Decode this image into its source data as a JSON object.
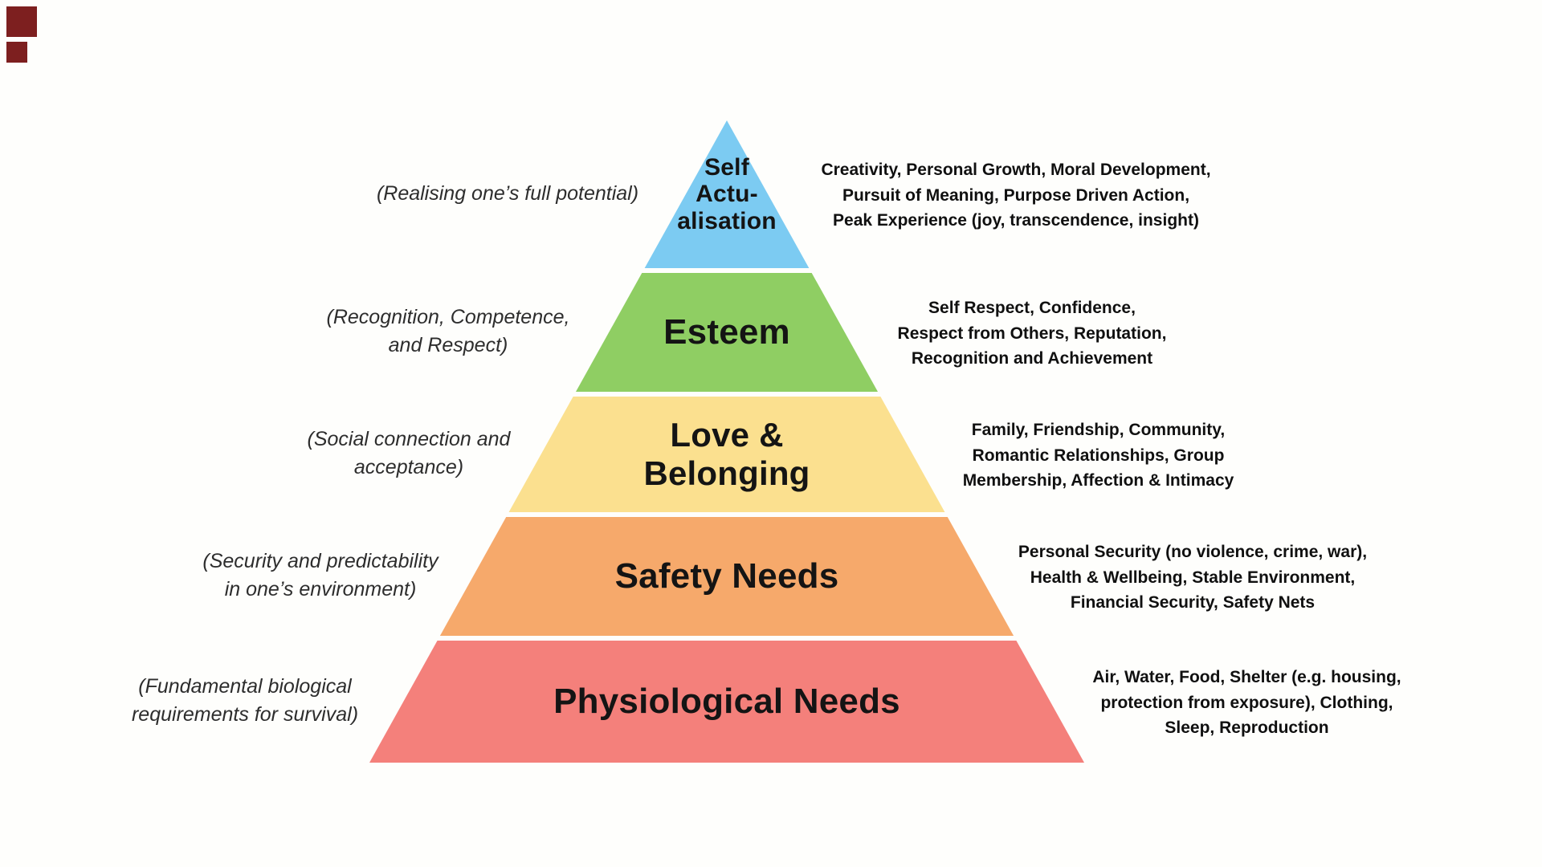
{
  "background_color": "#FEFEFC",
  "corner_markers": {
    "color": "#7D1F1F"
  },
  "pyramid": {
    "levels": [
      {
        "name": "self-actualisation",
        "color": "#7CCBF2",
        "title_lines": [
          "Self",
          "Actu-",
          "alisation"
        ],
        "left_note_lines": [
          "(Realising one’s full potential)"
        ],
        "right_note_lines": [
          "Creativity, Personal Growth, Moral Development,",
          "Pursuit of Meaning, Purpose Driven Action,",
          "Peak Experience (joy, transcendence, insight)"
        ]
      },
      {
        "name": "esteem",
        "color": "#8FCE63",
        "title_lines": [
          "Esteem"
        ],
        "left_note_lines": [
          "(Recognition, Competence,",
          "and Respect)"
        ],
        "right_note_lines": [
          "Self Respect, Confidence,",
          "Respect from Others, Reputation,",
          "Recognition and Achievement"
        ]
      },
      {
        "name": "love-and-belonging",
        "color": "#FBE08F",
        "title_lines": [
          "Love &",
          "Belonging"
        ],
        "left_note_lines": [
          "(Social connection and",
          "acceptance)"
        ],
        "right_note_lines": [
          "Family, Friendship, Community,",
          "Romantic Relationships, Group",
          "Membership, Affection & Intimacy"
        ]
      },
      {
        "name": "safety-needs",
        "color": "#F6A96B",
        "title_lines": [
          "Safety Needs"
        ],
        "left_note_lines": [
          "(Security and predictability",
          "in one’s environment)"
        ],
        "right_note_lines": [
          "Personal Security (no violence, crime, war),",
          "Health & Wellbeing, Stable Environment,",
          "Financial Security, Safety Nets"
        ]
      },
      {
        "name": "physiological-needs",
        "color": "#F4807B",
        "title_lines": [
          "Physiological Needs"
        ],
        "left_note_lines": [
          "(Fundamental biological",
          "requirements for survival)"
        ],
        "right_note_lines": [
          "Air, Water, Food, Shelter (e.g. housing,",
          "protection from exposure), Clothing,",
          "Sleep, Reproduction"
        ]
      }
    ]
  }
}
